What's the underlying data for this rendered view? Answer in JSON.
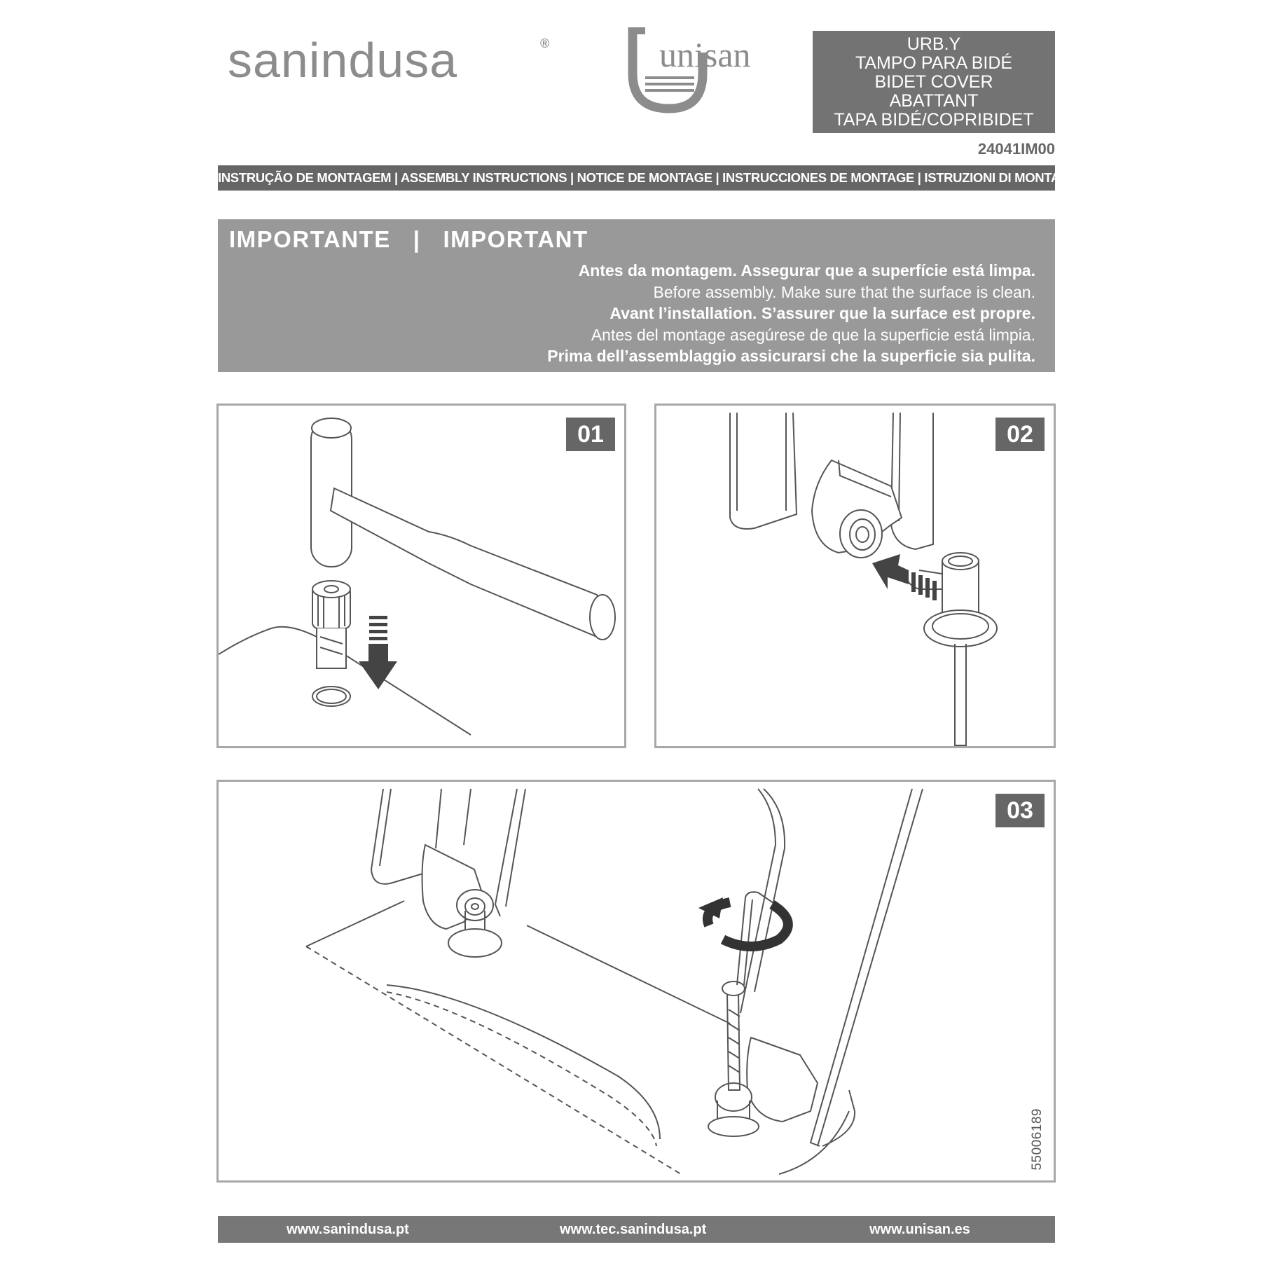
{
  "header": {
    "brand_left": "sanindusa",
    "brand_left_mark": "®",
    "brand_right": "unisan",
    "title_lines": [
      "URB.Y",
      "TAMPO PARA BIDÉ",
      "BIDET COVER",
      "ABATTANT",
      "TAPA BIDÉ/COPRIBIDET"
    ],
    "doc_code": "24041IM00"
  },
  "instructions_bar": "INSTRUÇÃO DE MONTAGEM | ASSEMBLY INSTRUCTIONS | NOTICE DE MONTAGE | INSTRUCCIONES DE MONTAGE | ISTRUZIONI DI MONTAGGIO",
  "important": {
    "heading": "IMPORTANTE   |   IMPORTANT",
    "lines": [
      "Antes da montagem. Assegurar que a superfície está limpa.",
      "Before assembly. Make sure that the surface is clean.",
      "Avant l’installation. S’assurer que la surface est propre.",
      "Antes del montage asegúrese de que la superficie está limpia.",
      "Prima dell’assemblaggio assicurarsi che la superficie sia pulita."
    ]
  },
  "steps": [
    {
      "number": "01"
    },
    {
      "number": "02"
    },
    {
      "number": "03"
    }
  ],
  "part_number": "55006189",
  "footer": {
    "links": [
      "www.sanindusa.pt",
      "www.tec.sanindusa.pt",
      "www.unisan.es"
    ]
  },
  "colors": {
    "dark_gray": "#666666",
    "mid_gray": "#999999",
    "border_gray": "#a8a8a8",
    "logo_gray": "#8c8c8c"
  }
}
